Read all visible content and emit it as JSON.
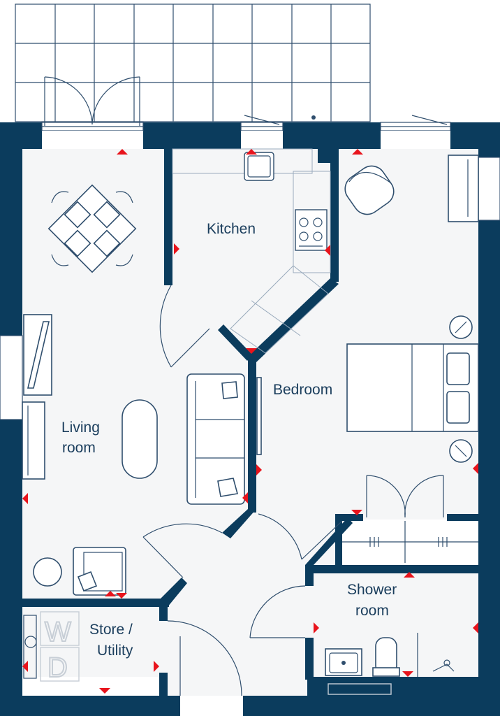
{
  "rooms": {
    "kitchen": "Kitchen",
    "bedroom": "Bedroom",
    "living_line1": "Living",
    "living_line2": "room",
    "store_line1": "Store /",
    "store_line2": "Utility",
    "shower_line1": "Shower",
    "shower_line2": "room"
  },
  "appliances": {
    "washer": "W",
    "dryer": "D"
  },
  "colors": {
    "wall": "#0b3c5d",
    "line": "#2f4e6d",
    "label": "#1a3d5c",
    "marker": "#e8141c",
    "floor": "#f5f6f7"
  }
}
